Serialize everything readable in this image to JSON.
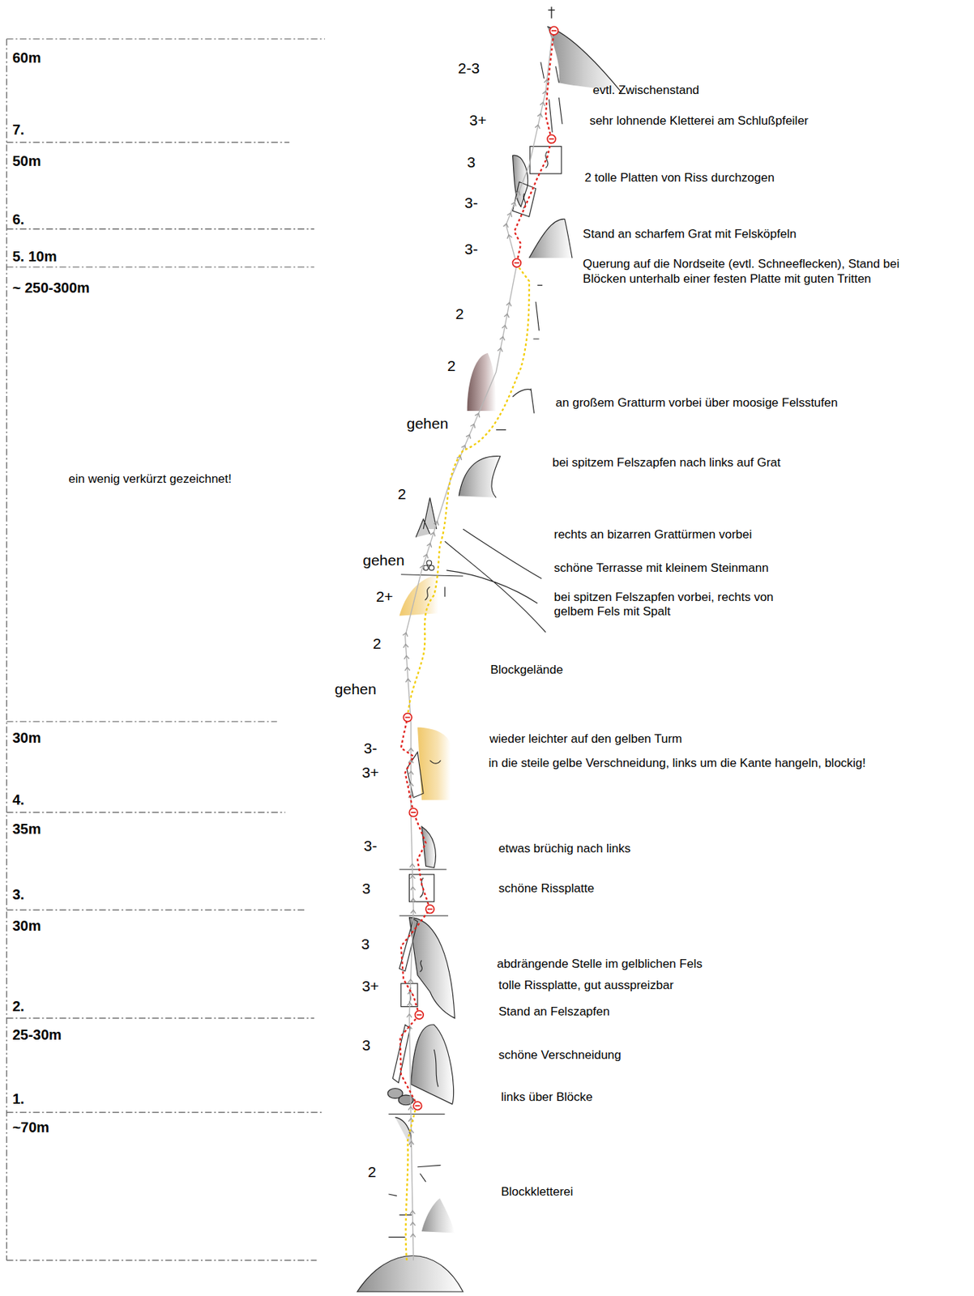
{
  "diagram": {
    "labels": [
      "60m",
      "7.",
      "50m",
      "6.",
      "5. 10m",
      "~ 250-300m",
      "ein wenig verkürzt gezeichnet!",
      "2-3",
      "evtl. Zwischenstand",
      "3+",
      "sehr lohnende Kletterei am Schlußpfeiler",
      "3",
      "2 tolle Platten von Riss durchzogen",
      "3-",
      "3-",
      "Stand an scharfem Grat mit Felsköpfeln",
      "Querung auf die Nordseite (evtl. Schneeflecken), Stand bei Blöcken unterhalb einer festen Platte mit guten Tritten",
      "2",
      "2",
      "an großem Gratturm vorbei über moosige Felsstufen",
      "gehen",
      "bei spitzem Felszapfen nach links auf Grat",
      "2",
      "rechts an bizarren Grattürmen vorbei",
      "gehen",
      "schöne Terrasse mit kleinem Steinmann",
      "2+",
      "bei spitzen Felszapfen vorbei, rechts von gelbem Fels mit Spalt",
      "2",
      "Blockgelände",
      "gehen",
      "30m",
      "3-",
      "wieder leichter auf den gelben Turm",
      "3+",
      "in die steile gelbe Verschneidung, links um die Kante hangeln, blockig!",
      "4.",
      "35m",
      "3-",
      "etwas brüchig nach links",
      "3.",
      "3",
      "schöne Rissplatte",
      "30m",
      "3",
      "abdrängende Stelle im gelblichen Fels",
      "3+",
      "tolle Rissplatte, gut ausspreizbar",
      "2.",
      "Stand an Felszapfen",
      "25-30m",
      "3",
      "schöne Verschneidung",
      "1.",
      "links über Blöcke",
      "~70m",
      "2",
      "Blockkletterei"
    ]
  }
}
